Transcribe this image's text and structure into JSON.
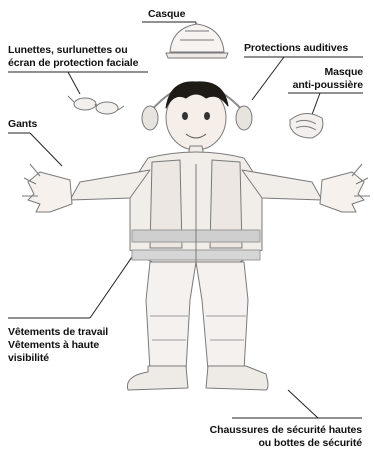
{
  "labels": {
    "helmet": "Casque",
    "eyewear": {
      "line1": "Lunettes, surlunettes ou",
      "line2": "écran de protection faciale"
    },
    "hearing": "Protections auditives",
    "dust_mask": {
      "line1": "Masque",
      "line2": "anti-poussière"
    },
    "gloves": "Gants",
    "clothing": {
      "line1": "Vêtements de travail",
      "line2": "Vêtements à haute",
      "line3": "visibilité"
    },
    "boots": {
      "line1": "Chaussures de sécurité hautes",
      "line2": "ou bottes de sécurité"
    }
  },
  "colors": {
    "line": "#222222",
    "sketch": "#6f6f6f",
    "skin": "#f4ece6",
    "vest_band": "#c9c9c9",
    "hair": "#1e1a16",
    "text": "#111111"
  }
}
